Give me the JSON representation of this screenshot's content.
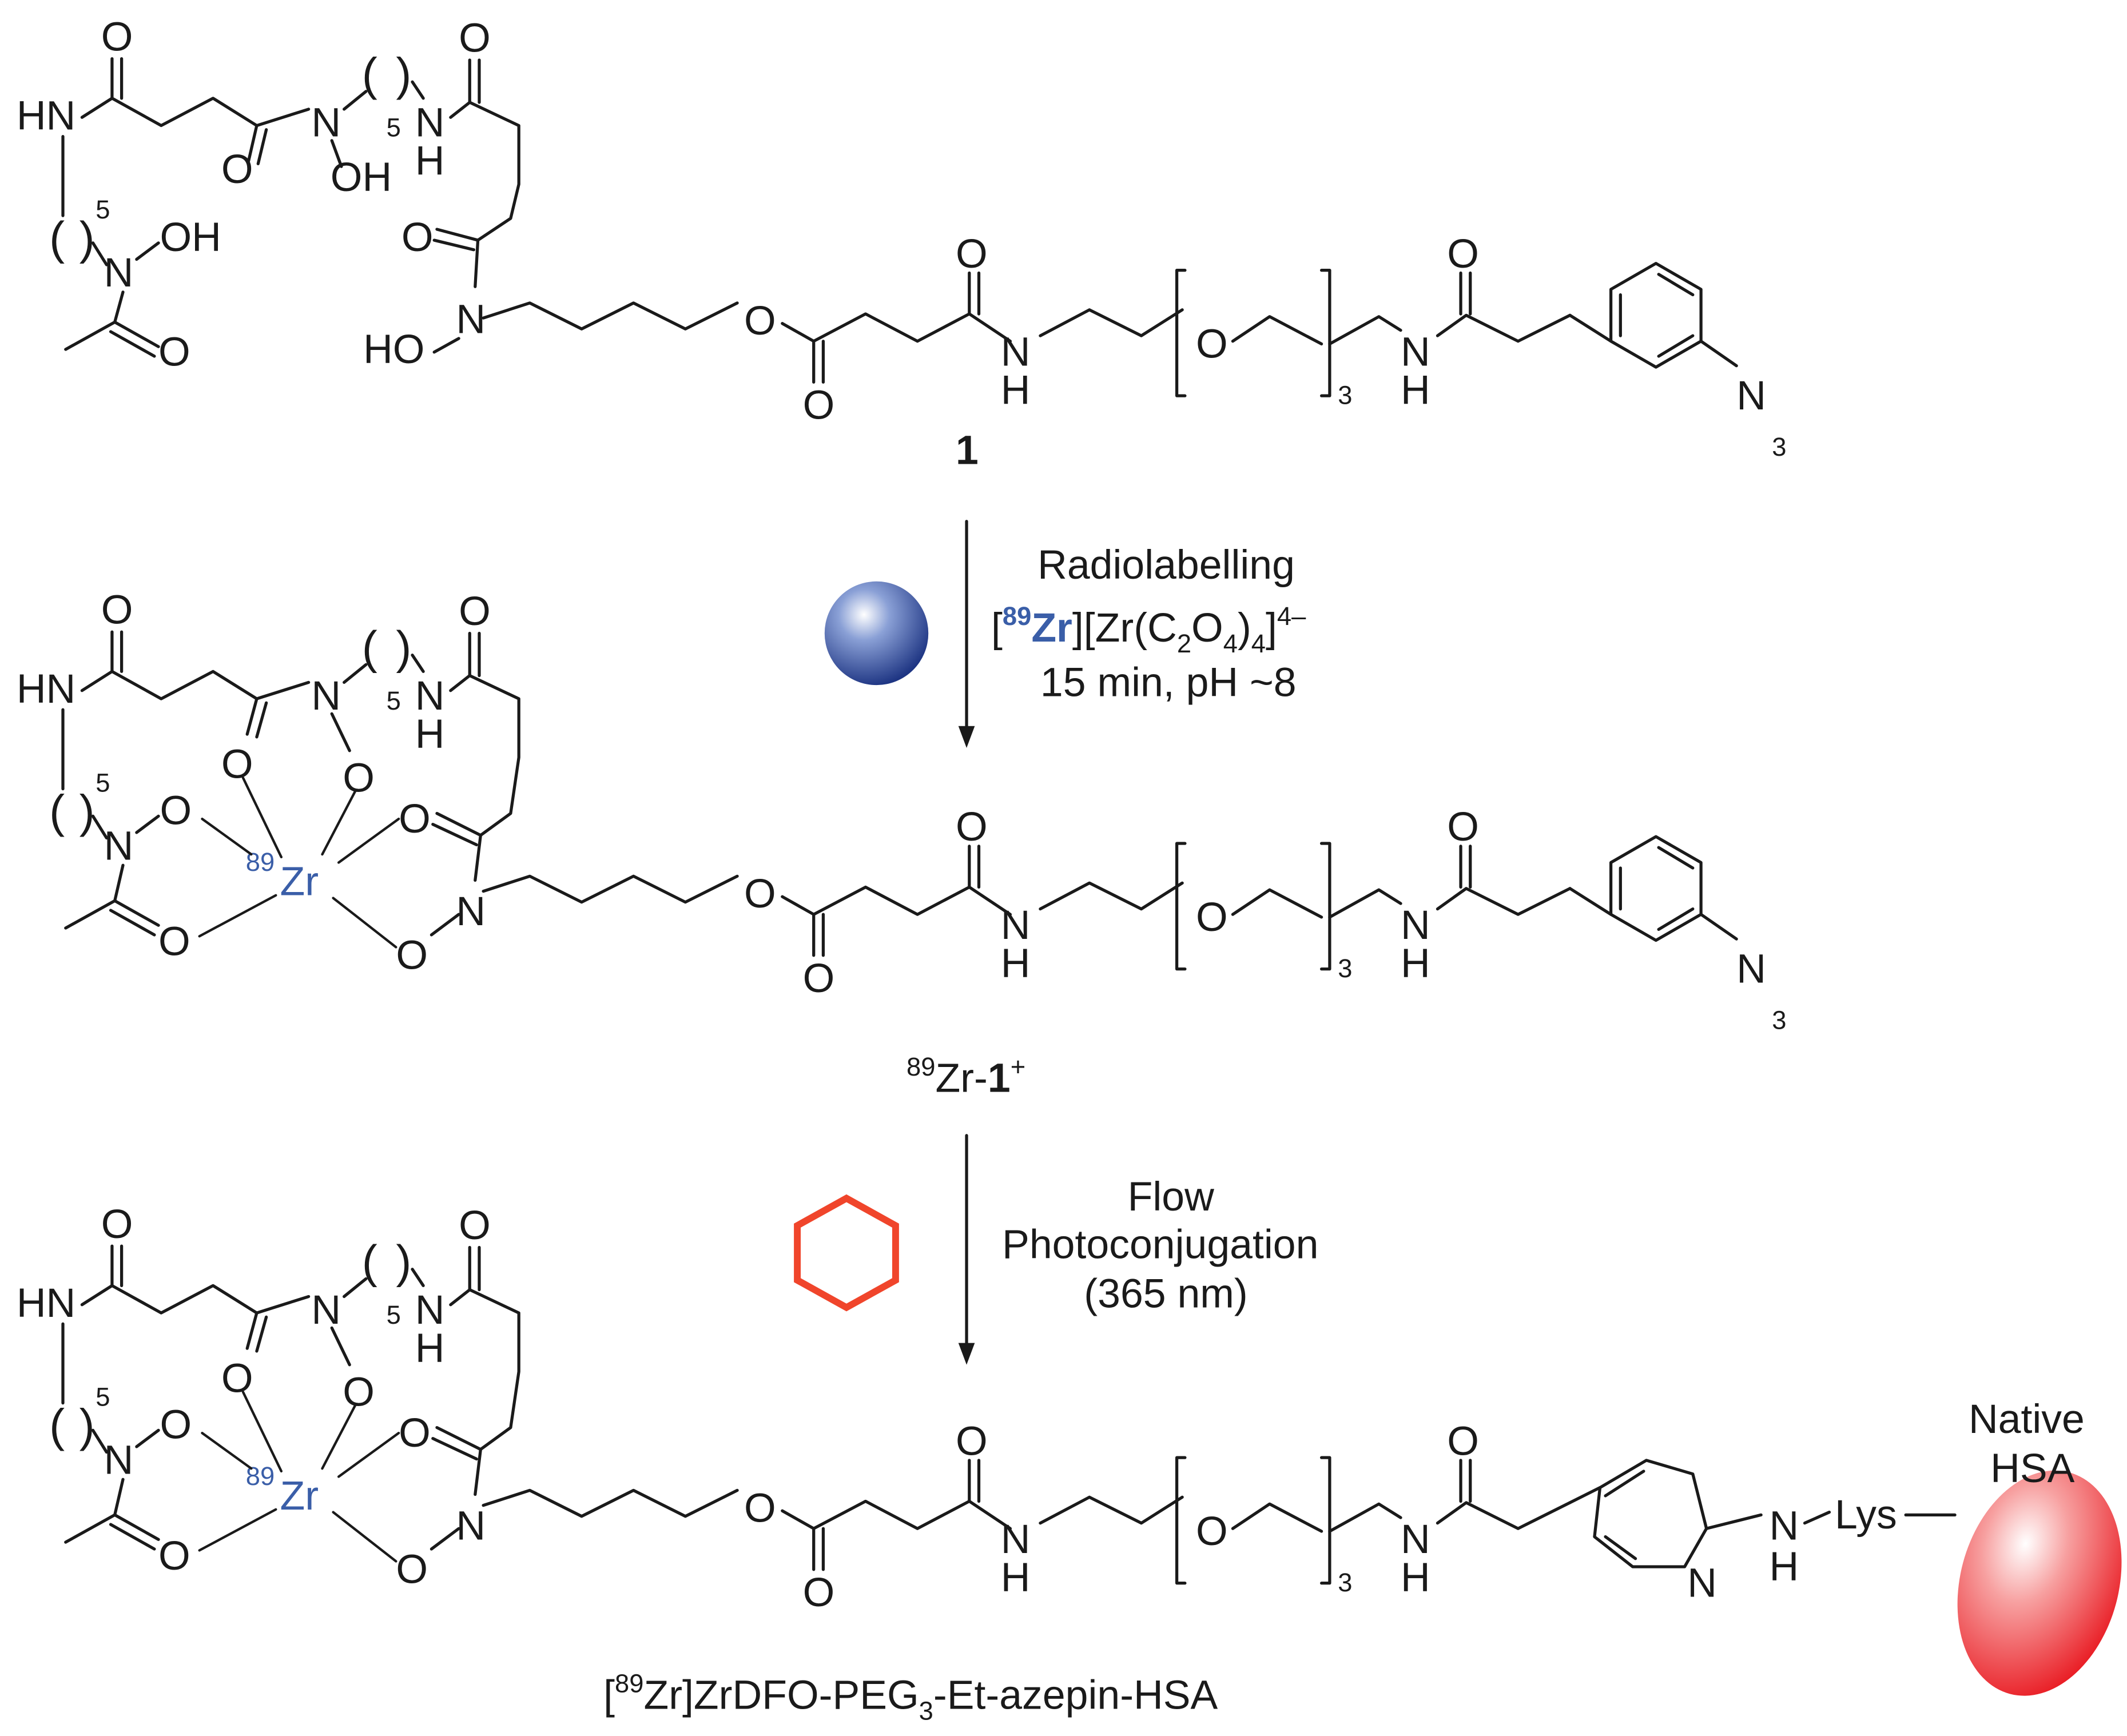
{
  "compounds": [
    {
      "label": "1",
      "terminal_group": "N3"
    },
    {
      "label_sup": "89",
      "label_main": "Zr-",
      "label_bold": "1",
      "label_charge": "+",
      "terminal_group": "N3"
    },
    {
      "label": "[89Zr]ZrDFO-PEG3-Et-azepin-HSA",
      "label_parts": [
        "[",
        "89",
        "Zr]ZrDFO-PEG",
        "3",
        "-Et-azepin-HSA"
      ]
    }
  ],
  "steps": [
    {
      "title": "Radiolabelling",
      "reagent_parts": [
        "[",
        "89",
        "Zr",
        "][Zr(C",
        "2",
        "O",
        "4",
        ")",
        "4",
        "]",
        "4–"
      ],
      "conditions": "15 min, pH ~8",
      "icon": "blue-sphere-icon"
    },
    {
      "title": "Flow",
      "subtitle": "Photoconjugation",
      "conditions": "(365 nm)",
      "icon": "red-hexagon-icon"
    }
  ],
  "atoms": {
    "O": "O",
    "OH": "OH",
    "HO": "HO",
    "HN": "HN",
    "N": "N",
    "NH": "N",
    "H": "H",
    "N3": "N",
    "N3_sub": "3",
    "repeat_n": "3",
    "chain_n": "5",
    "zr_sup": "89",
    "zr": "Zr",
    "lys": "Lys"
  },
  "protein": {
    "line1": "Native",
    "line2": "HSA"
  },
  "colors": {
    "zirconium": "#3a5ea8",
    "sphere": "#26428f",
    "hexagon": "#f0452b",
    "protein": "#e8131b",
    "ink": "#1a1a1a"
  }
}
